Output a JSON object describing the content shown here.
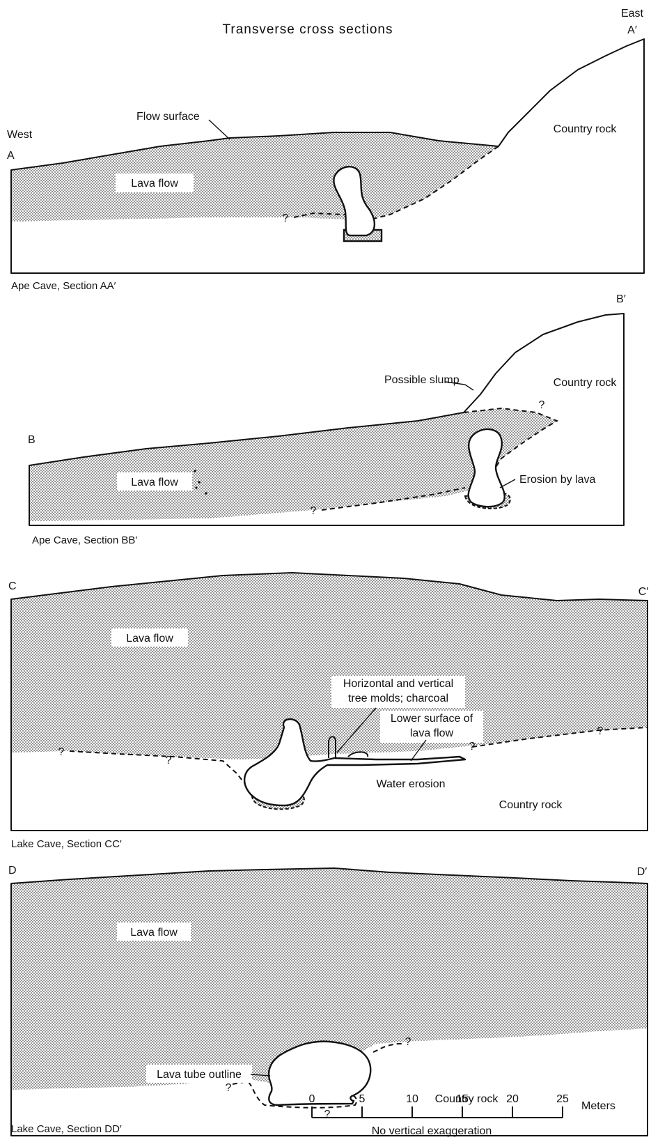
{
  "title": "Transverse cross sections",
  "directions": {
    "west": "West",
    "east": "East"
  },
  "sections": {
    "aa": {
      "left_mark": "A",
      "right_mark": "A′",
      "caption": "Ape Cave, Section AA′",
      "labels": {
        "flow_surface": "Flow surface",
        "lava_flow": "Lava flow",
        "country_rock": "Country rock",
        "question": "?"
      }
    },
    "bb": {
      "left_mark": "B",
      "right_mark": "B′",
      "caption": "Ape Cave, Section BB′",
      "labels": {
        "possible_slump": "Possible slump",
        "country_rock": "Country rock",
        "lava_flow": "Lava flow",
        "erosion_by_lava": "Erosion by lava",
        "question": "?"
      }
    },
    "cc": {
      "left_mark": "C",
      "right_mark": "C′",
      "caption": "Lake Cave, Section CC′",
      "labels": {
        "lava_flow": "Lava flow",
        "tree_molds_line1": "Horizontal and vertical",
        "tree_molds_line2": "tree molds; charcoal",
        "lower_surface_line1": "Lower surface of",
        "lower_surface_line2": "lava flow",
        "water_erosion": "Water erosion",
        "country_rock": "Country rock",
        "question": "?"
      }
    },
    "dd": {
      "left_mark": "D",
      "right_mark": "D′",
      "caption": "Lake Cave, Section DD′",
      "labels": {
        "lava_flow": "Lava flow",
        "lava_tube_outline": "Lava tube outline",
        "country_rock": "Country rock",
        "question": "?"
      }
    }
  },
  "scale_bar": {
    "ticks": [
      "0",
      "5",
      "10",
      "15",
      "20",
      "25"
    ],
    "unit": "Meters",
    "note": "No vertical exaggeration"
  }
}
